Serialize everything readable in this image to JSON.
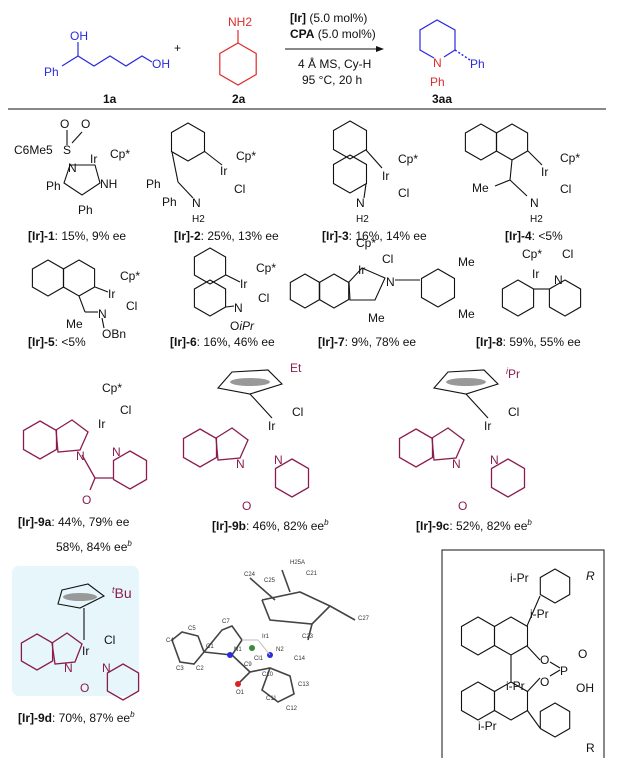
{
  "reaction": {
    "sm1": {
      "id": "1a",
      "oh1": "OH",
      "oh2": "OH",
      "ph": "Ph"
    },
    "plus": "+",
    "sm2": {
      "id": "2a",
      "nh2": "NH2"
    },
    "conditions": {
      "cat": "[Ir]",
      "cat_load": " (5.0 mol%)",
      "cpa": "CPA",
      "cpa_load": " (5.0 mol%)",
      "line3": "4 Å MS, Cy-H",
      "line4": "95 °C, 20 h"
    },
    "product": {
      "id": "3aa",
      "n": "N",
      "ph1": "Ph",
      "ph2": "Ph"
    }
  },
  "catalysts": [
    {
      "id": "[Ir]-1",
      "result": ": 15%, 9% ee",
      "atoms": {
        "ar": "C6Me5",
        "s": "S",
        "o1": "O",
        "o2": "O",
        "n": "N",
        "ir": "Ir",
        "cp": "Cp*",
        "nh": "NH",
        "ph1": "Ph",
        "ph2": "Ph"
      }
    },
    {
      "id": "[Ir]-2",
      "result": ": 25%, 13% ee",
      "atoms": {
        "ir": "Ir",
        "cp": "Cp*",
        "cl": "Cl",
        "ph1": "Ph",
        "ph2": "Ph",
        "n": "N",
        "h2": "H2"
      }
    },
    {
      "id": "[Ir]-3",
      "result": ": 16%, 14% ee",
      "atoms": {
        "ir": "Ir",
        "cp": "Cp*",
        "cl": "Cl",
        "n": "N",
        "h2": "H2"
      }
    },
    {
      "id": "[Ir]-4",
      "result": ": <5%",
      "atoms": {
        "ir": "Ir",
        "cp": "Cp*",
        "cl": "Cl",
        "me": "Me",
        "n": "N",
        "h2": "H2"
      }
    },
    {
      "id": "[Ir]-5",
      "result": ": <5%",
      "atoms": {
        "ir": "Ir",
        "cp": "Cp*",
        "cl": "Cl",
        "me": "Me",
        "n": "N",
        "obn": "OBn"
      }
    },
    {
      "id": "[Ir]-6",
      "result": ": 16%, 46% ee",
      "atoms": {
        "ir": "Ir",
        "cp": "Cp*",
        "cl": "Cl",
        "n": "N",
        "o": "O",
        "ipr": "iPr"
      }
    },
    {
      "id": "[Ir]-7",
      "result": ": 9%, 78% ee",
      "atoms": {
        "ir": "Ir",
        "cp": "Cp*",
        "cl": "Cl",
        "n": "N",
        "me1": "Me",
        "me2": "Me",
        "me3": "Me"
      }
    },
    {
      "id": "[Ir]-8",
      "result": ": 59%, 55% ee",
      "atoms": {
        "ir": "Ir",
        "cp": "Cp*",
        "cl": "Cl",
        "n": "N"
      }
    },
    {
      "id": "[Ir]-9a",
      "result": ": 44%, 79% ee",
      "result2": "58%, 84% ee",
      "sup": "b",
      "atoms": {
        "ir": "Ir",
        "cp": "Cp*",
        "cl": "Cl",
        "n1": "N",
        "n2": "N",
        "o": "O"
      }
    },
    {
      "id": "[Ir]-9b",
      "result": ": 46%, 82% ee",
      "sup": "b",
      "atoms": {
        "ir": "Ir",
        "cl": "Cl",
        "n1": "N",
        "n2": "N",
        "o": "O",
        "sub": "Et"
      }
    },
    {
      "id": "[Ir]-9c",
      "result": ": 52%, 82% ee",
      "sup": "b",
      "atoms": {
        "ir": "Ir",
        "cl": "Cl",
        "n1": "N",
        "n2": "N",
        "o": "O",
        "sub": "iPr"
      }
    },
    {
      "id": "[Ir]-9d",
      "result": ": 70%, 87% ee",
      "sup": "b",
      "atoms": {
        "ir": "Ir",
        "cl": "Cl",
        "n1": "N",
        "n2": "N",
        "o": "O",
        "sub": "tBu"
      }
    }
  ],
  "crystal": {
    "labels": [
      "H25A",
      "C24",
      "C25",
      "C21",
      "C7",
      "C5",
      "C4",
      "C3",
      "C2",
      "C1",
      "N1",
      "C9",
      "C10",
      "N2",
      "C14",
      "O1",
      "C13",
      "C11",
      "C12",
      "C27",
      "C23",
      "Cl1",
      "Ir1"
    ]
  },
  "cpa": {
    "ipr": "i-Pr",
    "r": "R",
    "o1": "O",
    "o2": "O",
    "p": "P",
    "o3": "O",
    "oh": "OH"
  },
  "colors": {
    "reactant1": "#2a2ae0",
    "reactant2": "#e02a2a",
    "catalyst": "#8a1c4e",
    "highlight": "#e6f6fb"
  }
}
